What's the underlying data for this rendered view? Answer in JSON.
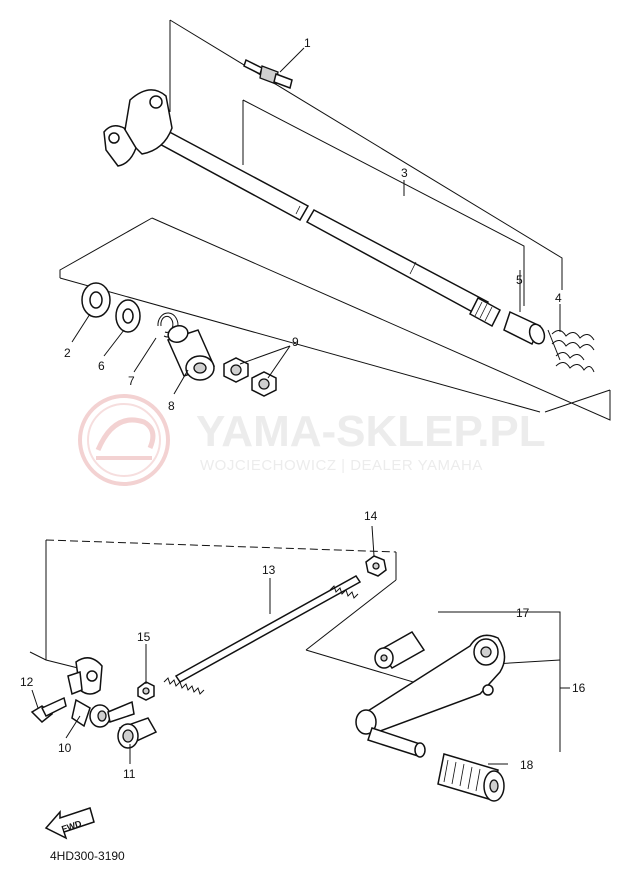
{
  "watermark": {
    "title": "YAMA-SKLEP.PL",
    "subtitle": "WOJCIECHOWICZ | DEALER YAMAHA"
  },
  "callouts": [
    "1",
    "2",
    "3",
    "4",
    "5",
    "6",
    "7",
    "8",
    "9",
    "10",
    "11",
    "12",
    "13",
    "14",
    "15",
    "16",
    "17",
    "18"
  ],
  "fwd_label": "FWD",
  "diagram_code": "4HD300-3190",
  "colors": {
    "ink": "#111111",
    "watermark": "#f1c9c9",
    "paper": "#ffffff"
  }
}
